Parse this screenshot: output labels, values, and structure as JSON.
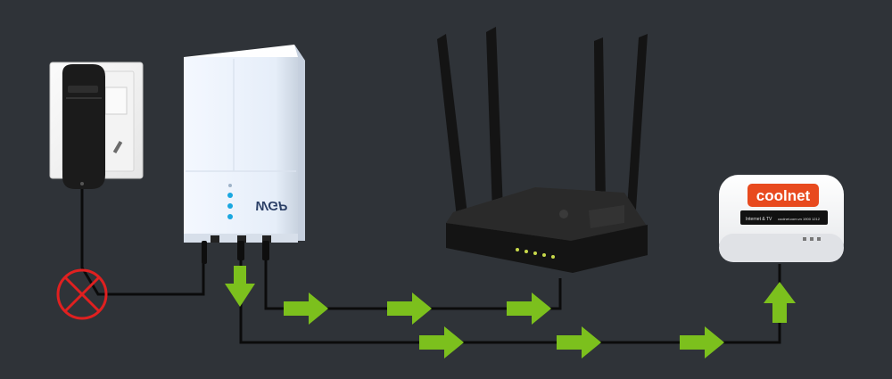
{
  "devices": {
    "wall_adapter": {
      "name": "wall-plug-adapter"
    },
    "ups": {
      "brand_label": "WGP",
      "led_count": 4
    },
    "router": {
      "antenna_count": 4,
      "port_led_count": 5
    },
    "cool_modem": {
      "brand": "coolnet",
      "brand_color": "#e84a1e",
      "info_left": "Internet & TV",
      "info_right": "coolnet.com.vn 1900 1212"
    }
  },
  "connections": {
    "cable_color": "#0b0b0b",
    "arrow_color": "#7cc01d",
    "disconnected_icon": "crossed-circle-icon",
    "disconnected_color": "#e02020"
  }
}
